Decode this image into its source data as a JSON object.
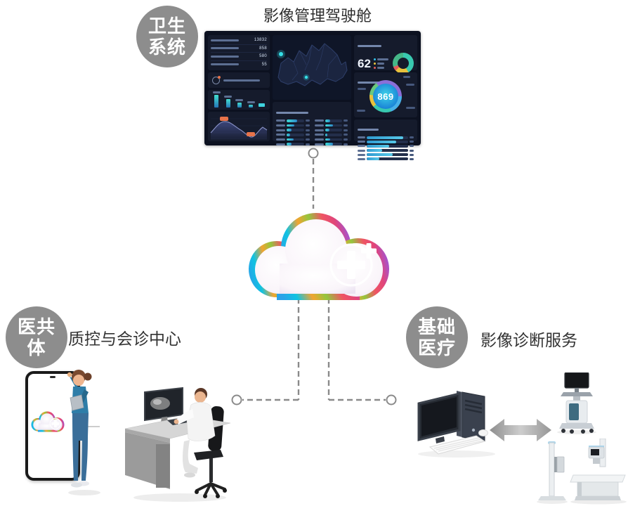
{
  "diagram": {
    "top": {
      "badge": {
        "line1": "卫生",
        "line2": "系统"
      },
      "title": "影像管理驾驶舱"
    },
    "left": {
      "badge": {
        "line1": "医共",
        "line2": "体"
      },
      "label": "质控与会诊中心"
    },
    "right": {
      "badge": {
        "line1": "基础",
        "line2": "医疗"
      },
      "label": "影像诊断服务"
    }
  },
  "dashboard": {
    "stats": [
      {
        "value": "13832"
      },
      {
        "value": "858"
      },
      {
        "value": "580"
      },
      {
        "value": "55"
      }
    ],
    "donut_value": "62",
    "ring_value": "869",
    "mini_bar_heights": [
      18,
      12,
      7,
      4
    ],
    "mid_bars_left": [
      62,
      45,
      30,
      20,
      42,
      30
    ],
    "mid_bars_right": [
      30,
      45,
      26,
      14,
      32,
      45
    ],
    "right_bars": [
      88,
      72,
      55,
      38,
      62,
      30
    ]
  },
  "colors": {
    "badge_gray": "#8d8d8d",
    "connector_gray": "#8a8a8a",
    "dashboard_bg": "#0c1120",
    "accent_cyan": "#35c9e8",
    "legend": [
      "#30c3e8",
      "#e8c23c",
      "#e25c5c"
    ]
  }
}
